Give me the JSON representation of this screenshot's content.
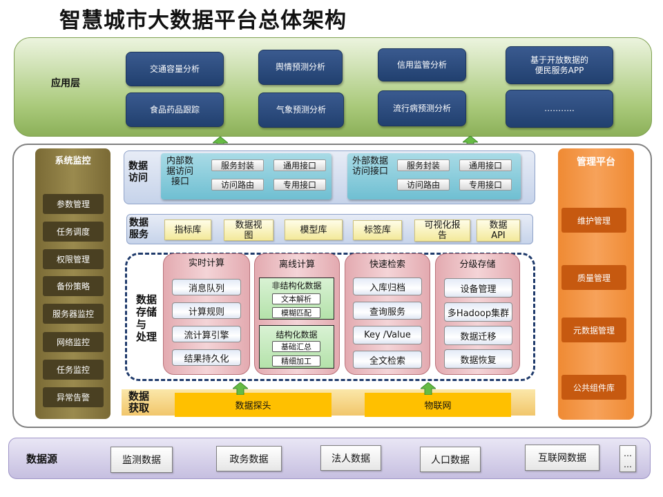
{
  "title": "智慧城市大数据平台总体架构",
  "app_layer": {
    "label": "应用层",
    "items": [
      "交通容量分析",
      "舆情预测分析",
      "信用监管分析",
      "基于开放数据的便民服务APP",
      "食品药品跟踪",
      "气象预测分析",
      "流行病预测分析",
      "……….."
    ],
    "item_line1": "基于开放数据的",
    "item_line2": "便民服务APP"
  },
  "system_monitor": {
    "title": "系统监控",
    "items": [
      "参数管理",
      "任务调度",
      "权限管理",
      "备份策略",
      "服务器监控",
      "网络监控",
      "任务监控",
      "异常告警"
    ]
  },
  "management": {
    "title": "管理平台",
    "items": [
      "维护管理",
      "质量管理",
      "元数据管理",
      "公共组件库"
    ]
  },
  "data_access": {
    "label_line1": "数据",
    "label_line2": "访问",
    "internal": {
      "line1": "内部数",
      "line2": "据访问",
      "line3": "接口"
    },
    "external": {
      "line1": "外部数据",
      "line2": "访问接口"
    },
    "chips": [
      "服务封装",
      "通用接口",
      "访问路由",
      "专用接口"
    ]
  },
  "data_service": {
    "label_line1": "数据",
    "label_line2": "服务",
    "items": [
      "指标库",
      "数据视图",
      "模型库",
      "标签库",
      "可视化报告",
      "数据API"
    ],
    "item1_line1": "数据视",
    "item1_line2": "图",
    "item4_line1": "可视化报",
    "item4_line2": "告",
    "item5_line1": "数据",
    "item5_line2": "API"
  },
  "storage": {
    "label_line1": "数据",
    "label_line2": "存储",
    "label_line3": "与",
    "label_line4": "处理",
    "realtime": {
      "title": "实时计算",
      "items": [
        "消息队列",
        "计算规则",
        "流计算引擎",
        "结果持久化"
      ]
    },
    "offline": {
      "title": "离线计算",
      "unstructured": {
        "title": "非结构化数据",
        "items": [
          "文本解析",
          "模糊匹配"
        ]
      },
      "structured": {
        "title": "结构化数据",
        "items": [
          "基础汇总",
          "精细加工"
        ]
      }
    },
    "search": {
      "title": "快速检索",
      "items": [
        "入库归档",
        "查询服务",
        "Key /Value",
        "全文检索"
      ]
    },
    "tiered": {
      "title": "分级存储",
      "items": [
        "设备管理",
        "多Hadoop集群",
        "数据迁移",
        "数据恢复"
      ]
    }
  },
  "acquisition": {
    "label_line1": "数据",
    "label_line2": "获取",
    "items": [
      "数据探头",
      "物联网"
    ]
  },
  "data_source": {
    "label": "数据源",
    "items": [
      "监测数据",
      "政务数据",
      "法人数据",
      "人口数据",
      "互联网数据"
    ],
    "dots1": "…",
    "dots2": "…"
  },
  "colors": {
    "app_box": "#2f4f82",
    "monitor": "#8b7b40",
    "monitor_item": "#4a4022",
    "management": "#f39441",
    "management_item": "#c65910",
    "acquisition_item": "#ffc000",
    "arrow": "#66bb44"
  }
}
